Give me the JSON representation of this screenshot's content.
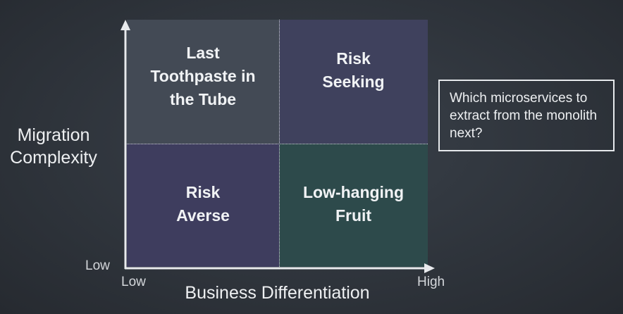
{
  "quadrants": {
    "top_left": "Last\nToothpaste in\nthe Tube",
    "top_right": "Risk\nSeeking",
    "bottom_left": "Risk\nAverse",
    "bottom_right": "Low-hanging\nFruit"
  },
  "y_axis": {
    "label_line1": "Migration",
    "label_line2": "Complexity",
    "low": "Low"
  },
  "x_axis": {
    "label": "Business Differentiation",
    "low": "Low",
    "high": "High"
  },
  "callout": {
    "text": "Which microservices to extract from the monolith next?"
  },
  "colors": {
    "background": "#2c3138",
    "top_left": "#434a55",
    "top_right": "#3f415d",
    "bottom_left": "#3e3d5e",
    "bottom_right": "#2d4a4b",
    "axis": "#e8eaed"
  }
}
